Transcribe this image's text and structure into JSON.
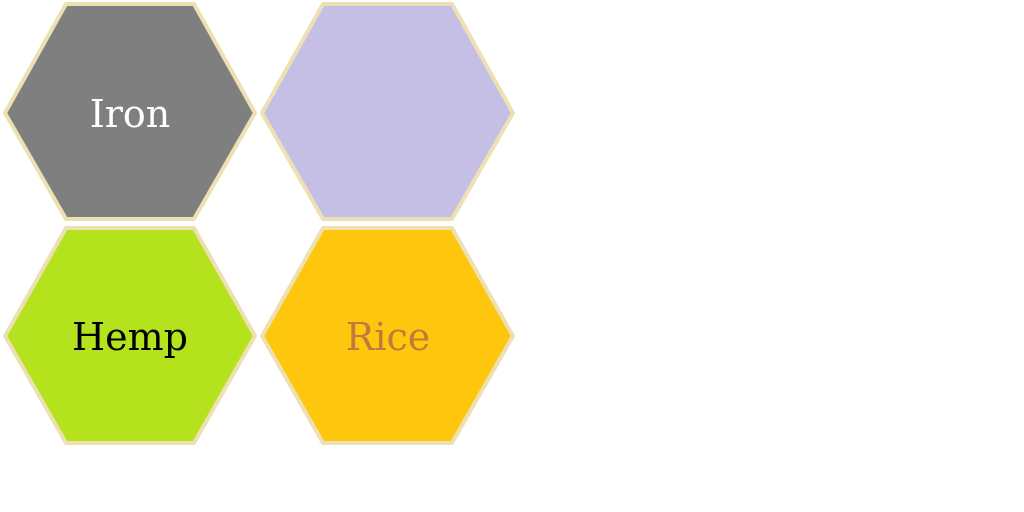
{
  "tiles": [
    {
      "label": "Iron",
      "fill": "#7f7f7f",
      "text_color": "#ffffff"
    },
    {
      "label": "",
      "fill": "#c5bfe5",
      "text_color": "#ffffff"
    },
    {
      "label": "Hemp",
      "fill": "#b4e31e",
      "text_color": "#000000"
    },
    {
      "label": "Rice",
      "fill": "#fec70e",
      "text_color": "#c07a3c"
    }
  ],
  "border_color": "#ede1b4"
}
